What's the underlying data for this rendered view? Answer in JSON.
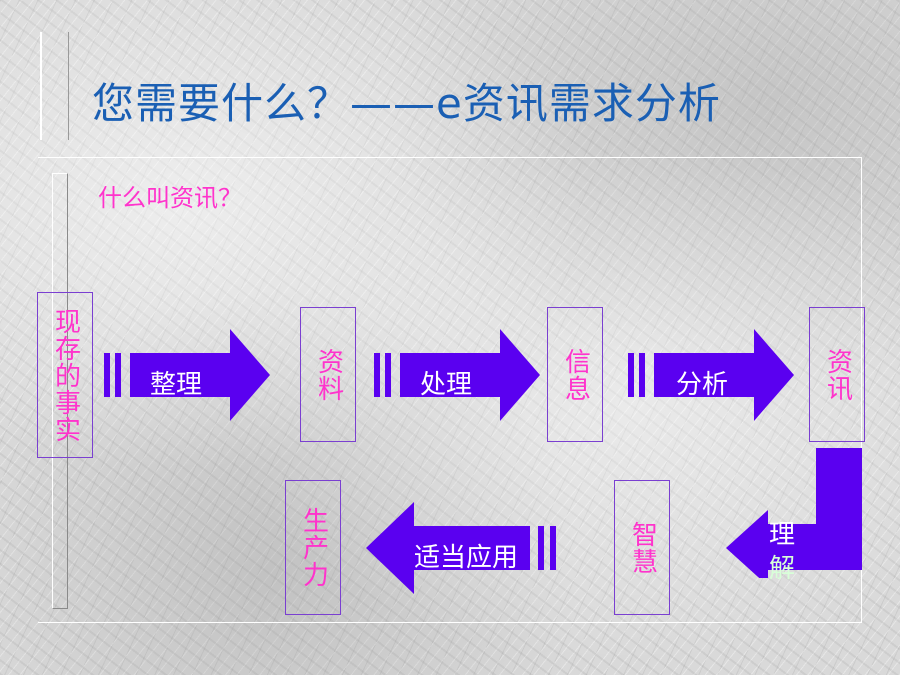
{
  "slide": {
    "title": "您需要什么？——e资讯需求分析",
    "subtitle": "什么叫资讯？"
  },
  "boxes": {
    "facts": "现存的事实",
    "data": "资料",
    "information": "信息",
    "intelligence": "资讯",
    "wisdom": "智慧",
    "productivity": "生产力"
  },
  "arrows": {
    "organize": "整理",
    "process": "处理",
    "analyze": "分析",
    "understand_top": "理",
    "understand_bottom": "解",
    "apply": "适当应用"
  },
  "colors": {
    "title": "#1a5fb4",
    "box_text": "#ff33cc",
    "arrow_fill": "#5a00f0",
    "box_border": "#7a3fd1"
  }
}
